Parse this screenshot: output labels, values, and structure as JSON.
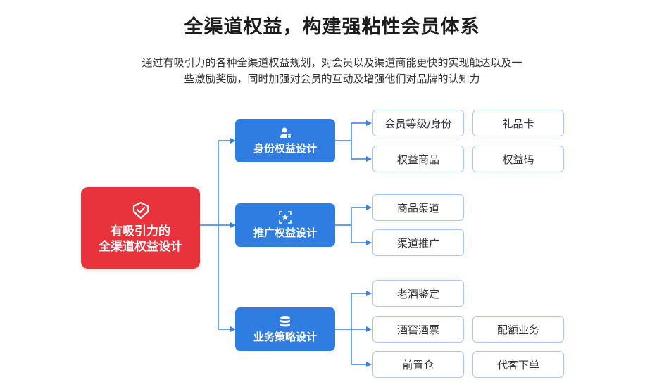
{
  "header": {
    "title": "全渠道权益，构建强粘性会员体系",
    "desc_line1": "通过有吸引力的各种全渠道权益规划，对会员以及渠道商能更快的实现触达以及一",
    "desc_line2": "些激励奖励，同时加强对会员的互动及增强他们对品牌的认知力"
  },
  "root": {
    "line1": "有吸引力的",
    "line2": "全渠道权益设计",
    "icon": "medal-icon"
  },
  "categories": [
    {
      "label": "身份权益设计",
      "icon": "user-id-icon",
      "items": [
        "会员等级/身份",
        "礼品卡",
        "权益商品",
        "权益码"
      ]
    },
    {
      "label": "推广权益设计",
      "icon": "star-frame-icon",
      "items": [
        "商品渠道",
        "渠道推广"
      ]
    },
    {
      "label": "业务策略设计",
      "icon": "database-icon",
      "items": [
        "老酒鉴定",
        "酒窖酒票",
        "配额业务",
        "前置仓",
        "代客下单"
      ]
    }
  ],
  "colors": {
    "root": "#e8323c",
    "category": "#2f7de1",
    "leaf_border": "#a9c8f3",
    "line": "#3a7fe0"
  }
}
